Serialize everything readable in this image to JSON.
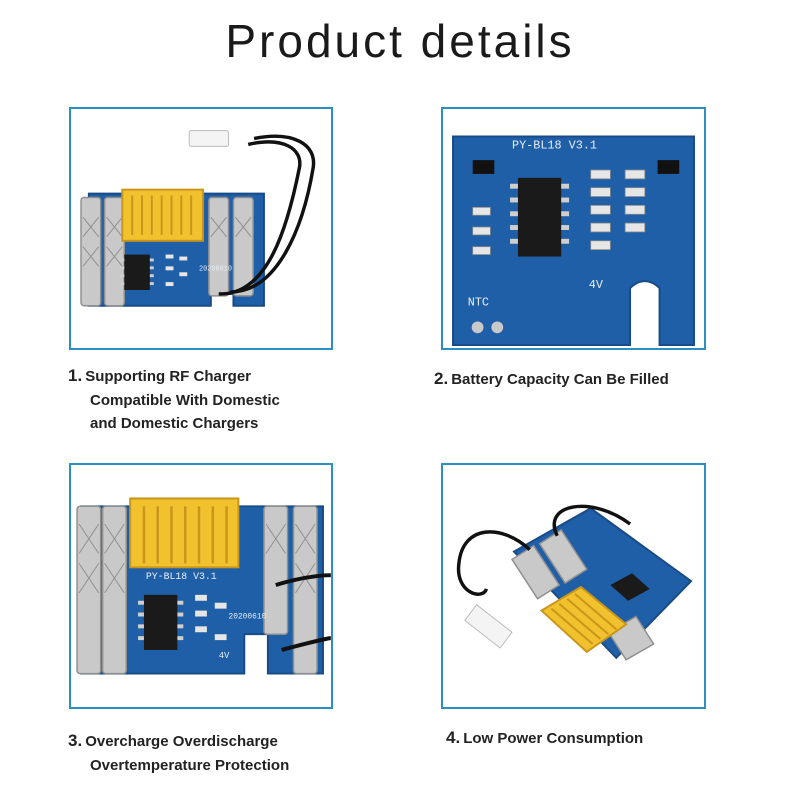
{
  "page": {
    "title": "Product details"
  },
  "panels": [
    {
      "number": "1.",
      "caption_lines": [
        "Supporting RF Charger",
        "Compatible With Domestic",
        "and  Domestic Chargers"
      ],
      "board_marking": "20200610"
    },
    {
      "number": "2.",
      "caption_lines": [
        "Battery Capacity Can Be Filled"
      ],
      "board_marking": "PY-BL18 V3.1",
      "ntc_label": "NTC",
      "voltage_label": "4V"
    },
    {
      "number": "3.",
      "caption_lines": [
        "Overcharge Overdischarge",
        "Overtemperature Protection"
      ],
      "board_marking": "PY-BL18 V3.1",
      "date_marking": "20200610",
      "voltage_label": "4V"
    },
    {
      "number": "4.",
      "caption_lines": [
        "Low Power Consumption"
      ]
    }
  ],
  "colors": {
    "border": "#2b8fc3",
    "pcb": "#1f5fa8",
    "pcb_dark": "#184b86",
    "connector": "#f2c12e",
    "terminal": "#c9c9c9",
    "chip": "#1a1a1a"
  }
}
